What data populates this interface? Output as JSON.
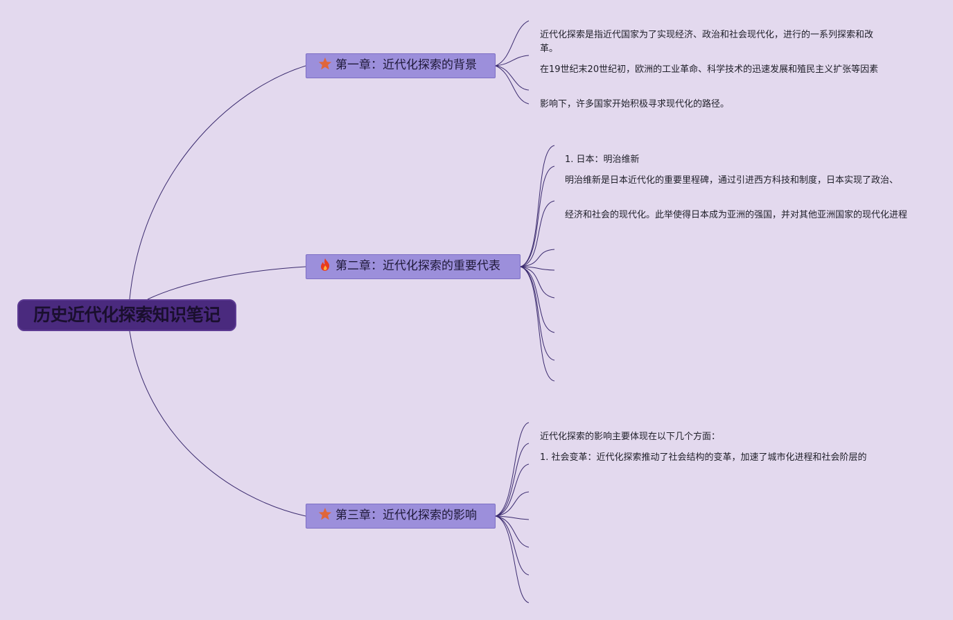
{
  "root": {
    "title": "历史近代化探索知识笔记"
  },
  "colors": {
    "background": "#e3d9ee",
    "root_fill": "#4a2a7e",
    "chapter_fill": "#9c8fdb",
    "connector": "#3a2a6e",
    "star_icon": "#e0663a",
    "fire_icon": "#e83a1e"
  },
  "chapters": [
    {
      "label": "第一章：近代化探索的背景",
      "icon": "star-icon",
      "items": [
        "近代化探索是指近代国家为了实现经济、政治和社会现代化，进行的一系列探索和改革。",
        "在19世纪末20世纪初，欧洲的工业革命、科学技术的迅速发展和殖民主义扩张等因素",
        "影响下，许多国家开始积极寻求现代化的路径。"
      ]
    },
    {
      "label": "第二章：近代化探索的重要代表",
      "icon": "fire-icon",
      "items": [
        "1. 日本：明治维新",
        "明治维新是日本近代化的重要里程碑，通过引进西方科技和制度，日本实现了政治、",
        "经济和社会的现代化。此举使得日本成为亚洲的强国，并对其他亚洲国家的现代化进程"
      ]
    },
    {
      "label": "第三章：近代化探索的影响",
      "icon": "star-icon",
      "items": [
        "近代化探索的影响主要体现在以下几个方面：",
        "1. 社会变革：近代化探索推动了社会结构的变革，加速了城市化进程和社会阶层的"
      ]
    }
  ]
}
